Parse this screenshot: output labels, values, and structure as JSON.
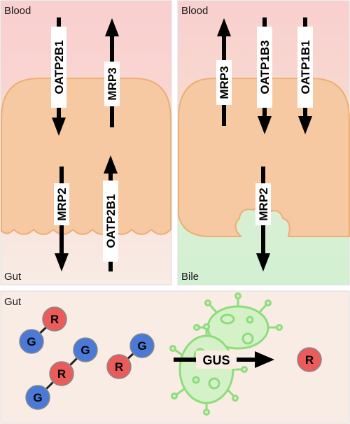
{
  "colors": {
    "blood": "#f9cfcf",
    "gut_lumen": "#f8ece4",
    "bile": "#d2f0d2",
    "cell_fill": "#f6c9a3",
    "cell_stroke": "#ecae76",
    "glucuronide": "#4b79d6",
    "drug": "#ea5b5b",
    "bacteria_stroke": "#8fdc7c",
    "bacteria_fill": "#d4f1c7"
  },
  "left_panel": {
    "top_label": "Blood",
    "bottom_label": "Gut",
    "transporters": [
      {
        "name": "OATP2B1",
        "direction": "down",
        "position": "upper-left"
      },
      {
        "name": "MRP3",
        "direction": "up",
        "position": "upper-right"
      },
      {
        "name": "MRP2",
        "direction": "down",
        "position": "lower-left"
      },
      {
        "name": "OATP2B1",
        "direction": "up",
        "position": "lower-right"
      }
    ]
  },
  "right_panel": {
    "top_label": "Blood",
    "bottom_label": "Bile",
    "transporters": [
      {
        "name": "MRP3",
        "direction": "up"
      },
      {
        "name": "OATP1B3",
        "direction": "down"
      },
      {
        "name": "OATP1B1",
        "direction": "down"
      },
      {
        "name": "MRP2",
        "direction": "down"
      }
    ]
  },
  "bottom_panel": {
    "label": "Gut",
    "glucuronide_label": "G",
    "drug_label": "R",
    "enzyme": "GUS"
  }
}
